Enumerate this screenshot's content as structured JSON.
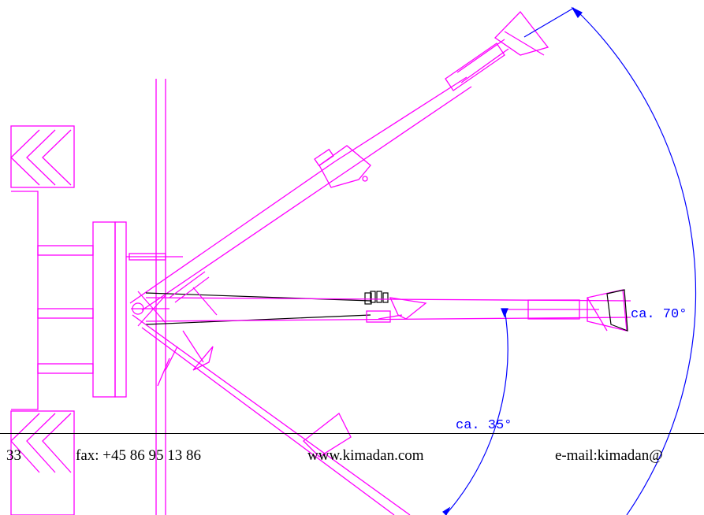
{
  "labels": {
    "angle_70": "ca. 70°",
    "angle_35": "ca. 35°"
  },
  "footer": {
    "phone_fragment": "33",
    "fax": "fax: +45 86 95 13 86",
    "web": "www.kimadan.com",
    "email": "e-mail:kimadan@"
  },
  "colors": {
    "machine": "#ff00ff",
    "dimension": "#0000ff",
    "outline": "#000000",
    "background": "#ffffff"
  }
}
